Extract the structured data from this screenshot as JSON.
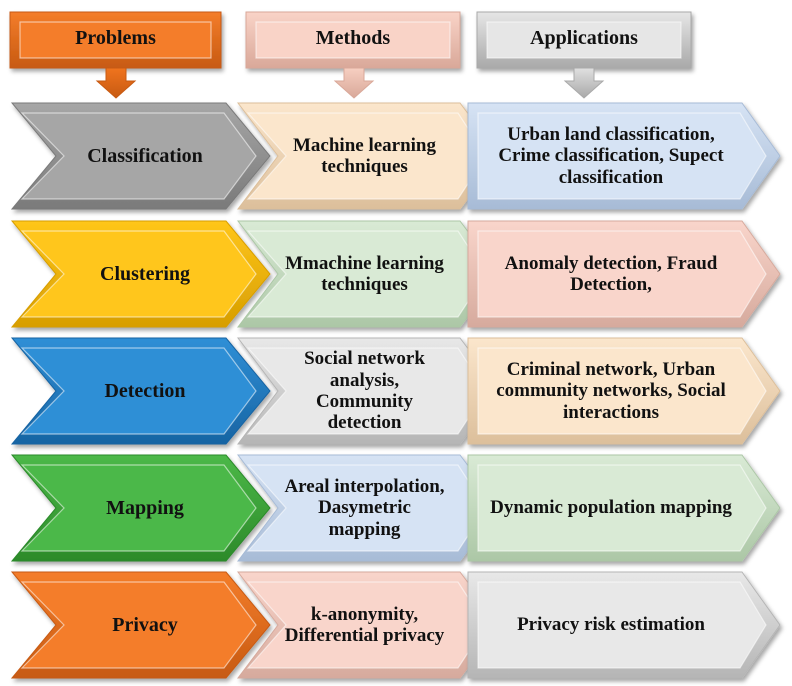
{
  "headers": [
    {
      "text": "Problems",
      "fill": "#f47d2a",
      "dark": "#c75a12",
      "arrow": "#f0741e"
    },
    {
      "text": "Methods",
      "fill": "#f9d3c7",
      "dark": "#d9a899",
      "arrow": "#f7cfc1"
    },
    {
      "text": "Applications",
      "fill": "#e6e6e6",
      "dark": "#a9a9a9",
      "arrow": "#e0e0e0"
    }
  ],
  "rows": [
    {
      "problem": {
        "text": "Classification",
        "fill": "#a6a6a6",
        "dark": "#7a7a7a"
      },
      "method": {
        "text": "Machine learning techniques",
        "fill": "#fbe6cc",
        "dark": "#dcbf9b"
      },
      "application": {
        "text": "Urban land classification, Crime classification, Supect classification",
        "fill": "#d6e3f4",
        "dark": "#a7bbd6"
      }
    },
    {
      "problem": {
        "text": "Clustering",
        "fill": "#ffc61a",
        "dark": "#d79e00"
      },
      "method": {
        "text": "Mmachine learning techniques",
        "fill": "#d9ead5",
        "dark": "#acc7a6"
      },
      "application": {
        "text": "Anomaly detection, Fraud Detection,",
        "fill": "#f9d5cb",
        "dark": "#d6aa9d"
      }
    },
    {
      "problem": {
        "text": "Detection",
        "fill": "#2f8fd6",
        "dark": "#1764a3"
      },
      "method": {
        "text": "Social network analysis, Community detection",
        "fill": "#e8e8e8",
        "dark": "#b5b5b5"
      },
      "application": {
        "text": "Criminal network, Urban community networks, Social interactions",
        "fill": "#fbe6cc",
        "dark": "#dcbf9b"
      }
    },
    {
      "problem": {
        "text": "Mapping",
        "fill": "#4cb848",
        "dark": "#2c8a2a"
      },
      "method": {
        "text": "Areal interpolation, Dasymetric mapping",
        "fill": "#d6e3f4",
        "dark": "#a7bbd6"
      },
      "application": {
        "text": "Dynamic population mapping",
        "fill": "#d9ead5",
        "dark": "#acc7a6"
      }
    },
    {
      "problem": {
        "text": "Privacy",
        "fill": "#f47d2a",
        "dark": "#c75a12"
      },
      "method": {
        "text": "k-anonymity, Differential privacy",
        "fill": "#f9d5cb",
        "dark": "#d6aa9d"
      },
      "application": {
        "text": "Privacy risk estimation",
        "fill": "#e8e8e8",
        "dark": "#b5b5b5"
      }
    }
  ]
}
